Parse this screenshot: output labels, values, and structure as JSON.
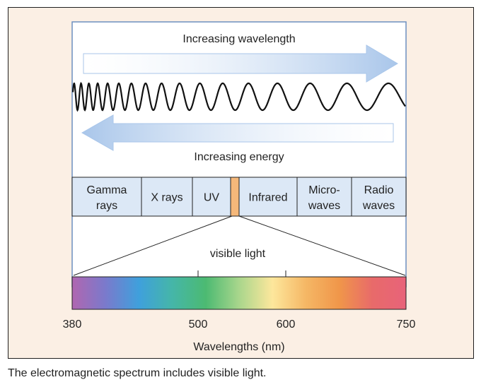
{
  "arrows": {
    "top_label": "Increasing wavelength",
    "bottom_label": "Increasing energy"
  },
  "bands": [
    {
      "id": "gamma",
      "lines": [
        "Gamma",
        "rays"
      ]
    },
    {
      "id": "xray",
      "lines": [
        "X rays"
      ]
    },
    {
      "id": "uv",
      "lines": [
        "UV"
      ]
    },
    {
      "id": "visible",
      "lines": []
    },
    {
      "id": "infrared",
      "lines": [
        "Infrared"
      ]
    },
    {
      "id": "microwave",
      "lines": [
        "Micro-",
        "waves"
      ]
    },
    {
      "id": "radio",
      "lines": [
        "Radio",
        "waves"
      ]
    }
  ],
  "visible_label": "visible light",
  "ticks": [
    {
      "label": "380",
      "value": 380
    },
    {
      "label": "500",
      "value": 500
    },
    {
      "label": "600",
      "value": 600
    },
    {
      "label": "750",
      "value": 750
    }
  ],
  "axis_label": "Wavelengths (nm)",
  "caption": "The electromagnetic spectrum includes visible light.",
  "colors": {
    "panel_background": "#fbefe4",
    "frame_border": "#6c8fc0",
    "band_fill": "#dce8f6",
    "visible_band_fill": "#f5b87a",
    "arrow_fill": "#cddff2",
    "arrow_stroke": "#9fbde0",
    "spectrum_stops": [
      "#b066b0",
      "#7a7acc",
      "#3fa0dc",
      "#45b6a8",
      "#4cba72",
      "#a9d68c",
      "#fde79c",
      "#f5b765",
      "#f0964a",
      "#e86a6a",
      "#e8637a"
    ]
  }
}
